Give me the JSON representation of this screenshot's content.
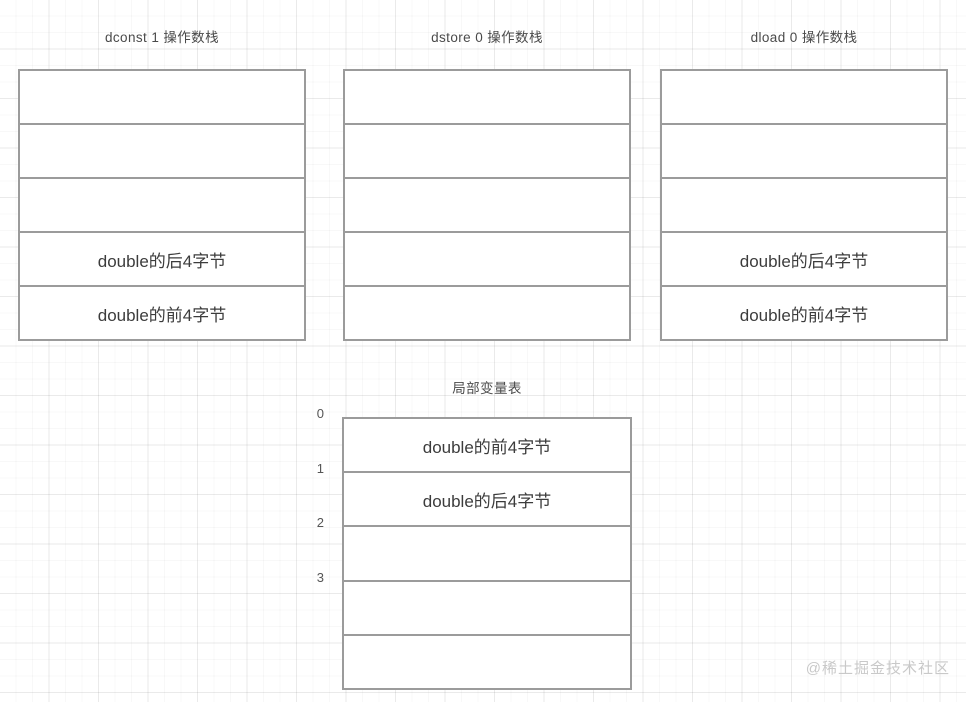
{
  "watermark": "@稀土掘金技术社区",
  "panels": [
    {
      "id": "dconst",
      "title": "dconst 1 操作数栈",
      "rows": [
        "",
        "",
        "",
        "double的后4字节",
        "double的前4字节"
      ]
    },
    {
      "id": "dstore",
      "title": "dstore 0 操作数栈",
      "rows": [
        "",
        "",
        "",
        "",
        ""
      ]
    },
    {
      "id": "dload",
      "title": "dload 0 操作数栈",
      "rows": [
        "",
        "",
        "",
        "double的后4字节",
        "double的前4字节"
      ]
    }
  ],
  "locals": {
    "title": "局部变量表",
    "indices": [
      "0",
      "1",
      "2",
      "3"
    ],
    "rows": [
      "double的前4字节",
      "double的后4字节",
      "",
      "",
      ""
    ]
  },
  "colors": {
    "border": "#9b9b9b",
    "text": "#3c3c3c",
    "title": "#4a4a4a",
    "watermark": "#c9c9c9",
    "background": "#ffffff"
  }
}
